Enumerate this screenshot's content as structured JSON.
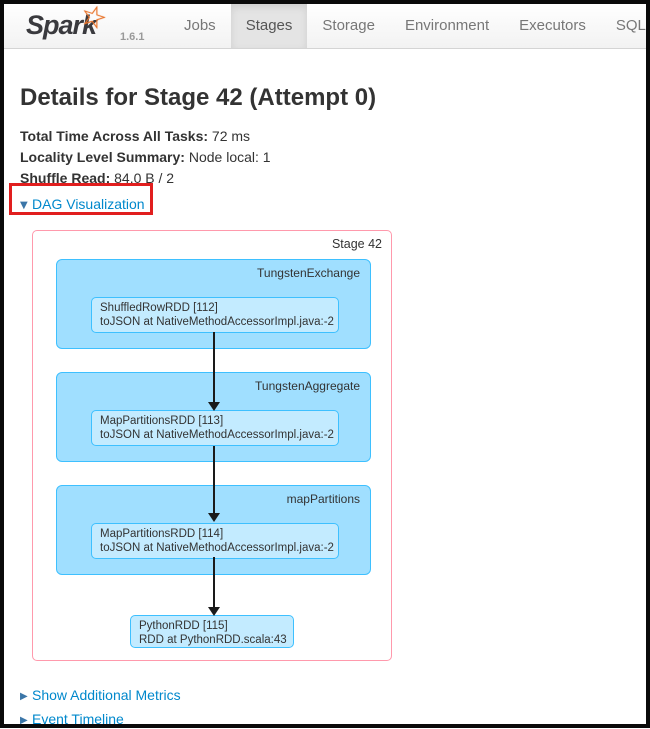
{
  "nav": {
    "logo": "Spark",
    "version": "1.6.1",
    "tabs": [
      {
        "label": "Jobs",
        "active": false
      },
      {
        "label": "Stages",
        "active": true
      },
      {
        "label": "Storage",
        "active": false
      },
      {
        "label": "Environment",
        "active": false
      },
      {
        "label": "Executors",
        "active": false
      },
      {
        "label": "SQL",
        "active": false
      }
    ]
  },
  "page": {
    "title": "Details for Stage 42 (Attempt 0)",
    "summary": [
      {
        "label": "Total Time Across All Tasks:",
        "value": "72 ms"
      },
      {
        "label": "Locality Level Summary:",
        "value": "Node local: 1"
      },
      {
        "label": "Shuffle Read:",
        "value": "84.0 B / 2"
      }
    ],
    "dag_toggle": "DAG Visualization",
    "metrics_toggle": "Show Additional Metrics",
    "timeline_toggle": "Event Timeline"
  },
  "dag": {
    "stage_label": "Stage 42",
    "clusters": [
      {
        "label": "TungstenExchange",
        "node": {
          "line1": "ShuffledRowRDD [112]",
          "line2": "toJSON at NativeMethodAccessorImpl.java:-2"
        }
      },
      {
        "label": "TungstenAggregate",
        "node": {
          "line1": "MapPartitionsRDD [113]",
          "line2": "toJSON at NativeMethodAccessorImpl.java:-2"
        }
      },
      {
        "label": "mapPartitions",
        "node": {
          "line1": "MapPartitionsRDD [114]",
          "line2": "toJSON at NativeMethodAccessorImpl.java:-2"
        }
      }
    ],
    "final_node": {
      "line1": "PythonRDD [115]",
      "line2": "RDD at PythonRDD.scala:43"
    }
  },
  "icons": {
    "expanded_triangle": "▼",
    "collapsed_triangle": "▶",
    "logo_star": "☆"
  },
  "colors": {
    "link_blue": "#0088CC",
    "cluster_fill": "#A0DFFF",
    "node_fill": "#C3EBFF",
    "dag_stroke": "#3EC0FF",
    "stage_border": "#FF99AC",
    "annotation_red": "#E11E1E",
    "active_tab_bg": "#E4E4E4",
    "nav_text": "#777777",
    "star_orange": "#E8732A"
  }
}
